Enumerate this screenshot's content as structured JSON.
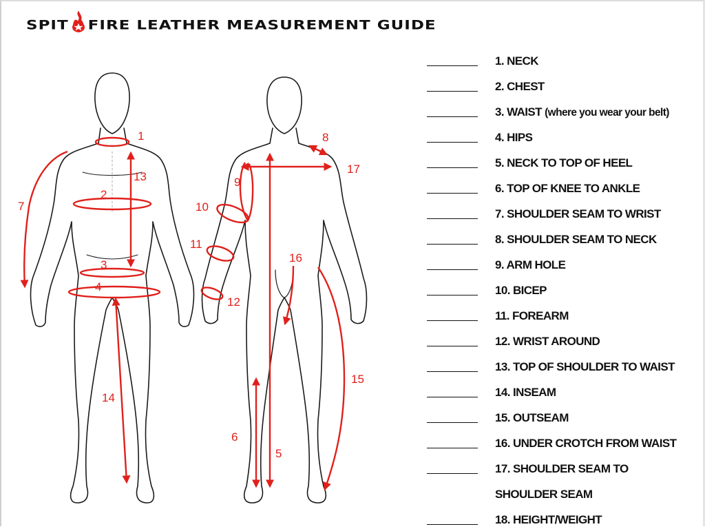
{
  "header": {
    "title_left": "SPIT",
    "title_right": "FIRE LEATHER MEASUREMENT GUIDE",
    "logo_icon": "flame-star-icon",
    "accent_color": "#e0201b"
  },
  "figure_labels": {
    "front": [
      "1",
      "2",
      "3",
      "4",
      "7",
      "13",
      "14"
    ],
    "back": [
      "5",
      "6",
      "8",
      "9",
      "10",
      "11",
      "12",
      "15",
      "16",
      "17"
    ]
  },
  "measurements": [
    {
      "label": "1. NECK",
      "note": ""
    },
    {
      "label": "2. CHEST",
      "note": ""
    },
    {
      "label": "3. WAIST",
      "note": "(where you wear your belt)"
    },
    {
      "label": "4. HIPS",
      "note": ""
    },
    {
      "label": "5. NECK TO TOP OF HEEL",
      "note": ""
    },
    {
      "label": "6. TOP OF KNEE TO ANKLE",
      "note": ""
    },
    {
      "label": "7. SHOULDER SEAM TO WRIST",
      "note": ""
    },
    {
      "label": "8. SHOULDER SEAM TO NECK",
      "note": ""
    },
    {
      "label": "9. ARM HOLE",
      "note": ""
    },
    {
      "label": "10. BICEP",
      "note": ""
    },
    {
      "label": "11. FOREARM",
      "note": ""
    },
    {
      "label": "12. WRIST AROUND",
      "note": ""
    },
    {
      "label": "13. TOP OF SHOULDER TO WAIST",
      "note": ""
    },
    {
      "label": "14. INSEAM",
      "note": ""
    },
    {
      "label": "15. OUTSEAM",
      "note": ""
    },
    {
      "label": "16. UNDER CROTCH  FROM WAIST",
      "note": ""
    },
    {
      "label": "17. SHOULDER SEAM TO",
      "note": ""
    },
    {
      "label": "SHOULDER SEAM",
      "note": ""
    },
    {
      "label": "18. HEIGHT/WEIGHT",
      "note": ""
    }
  ]
}
